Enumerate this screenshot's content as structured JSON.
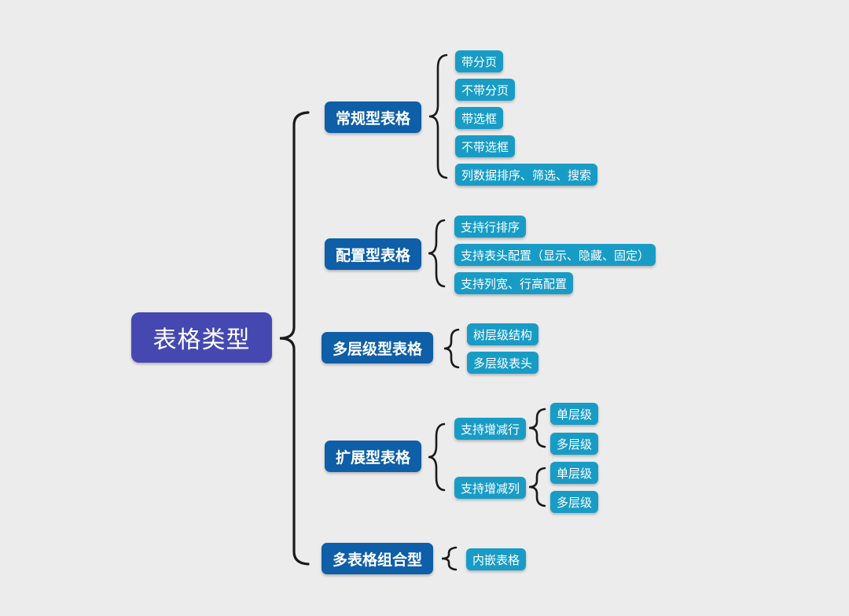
{
  "colors": {
    "bg": "#ececec",
    "root": "#4648b2",
    "branch": "#0e5ea8",
    "leaf": "#189cc6",
    "text": "#ffffff",
    "brace": "#1a1a1a"
  },
  "root": {
    "label": "表格类型"
  },
  "branches": [
    {
      "label": "常规型表格",
      "leaves": [
        "带分页",
        "不带分页",
        "带选框",
        "不带选框",
        "列数据排序、筛选、搜索"
      ]
    },
    {
      "label": "配置型表格",
      "leaves": [
        "支持行排序",
        "支持表头配置（显示、隐藏、固定）",
        "支持列宽、行高配置"
      ]
    },
    {
      "label": "多层级型表格",
      "leaves": [
        "树层级结构",
        "多层级表头"
      ]
    },
    {
      "label": "扩展型表格",
      "leaves": [
        {
          "label": "支持增减行",
          "children": [
            "单层级",
            "多层级"
          ]
        },
        {
          "label": "支持增减列",
          "children": [
            "单层级",
            "多层级"
          ]
        }
      ]
    },
    {
      "label": "多表格组合型",
      "leaves": [
        "内嵌表格"
      ]
    }
  ]
}
